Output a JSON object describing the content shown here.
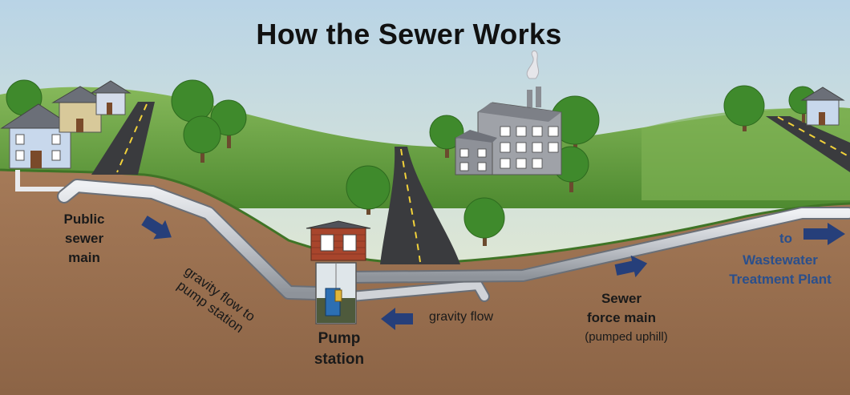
{
  "title": "How the Sewer Works",
  "labels": {
    "public_sewer_main": [
      "Public",
      "sewer",
      "main"
    ],
    "gravity_flow_to_pump_station": [
      "gravity flow to",
      "pump station"
    ],
    "gravity_flow": "gravity flow",
    "pump_station": [
      "Pump",
      "station"
    ],
    "sewer_force_main": [
      "Sewer",
      "force main"
    ],
    "pumped_uphill": "(pumped uphill)",
    "to_wastewater_treatment_plant": [
      "to",
      "Wastewater",
      "Treatment Plant"
    ]
  },
  "colors": {
    "sky_top": "#b9d4e6",
    "sky_bottom": "#f0f0cc",
    "grass": "#6fa646",
    "grass_dark": "#4b8a2e",
    "soil": "#9c7152",
    "pipe": "#c9ccd1",
    "arrow": "#263f7a",
    "label_blue": "#2a4f8c"
  }
}
